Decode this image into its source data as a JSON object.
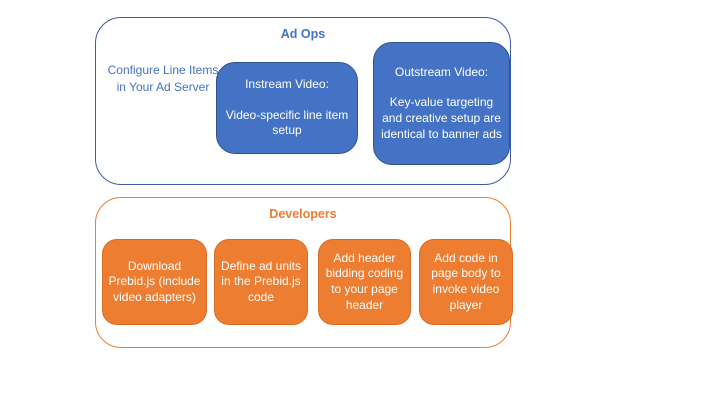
{
  "colors": {
    "blue_fill": "#4472C4",
    "blue_box_border": "#2F528F",
    "blue_group_border": "#3b5ca8",
    "orange_fill": "#ED7D31",
    "orange_box_border": "#d96c23",
    "white_text": "#FFFFFF",
    "background": "#FFFFFF"
  },
  "ad_ops": {
    "title": "Ad Ops",
    "side_note": "Configure Line Items in Your Ad Server",
    "boxes": [
      {
        "heading": "Instream Video:",
        "body": "Video-specific line item setup"
      },
      {
        "heading": "Outstream Video:",
        "body": "Key-value targeting and creative setup are identical to banner ads"
      }
    ]
  },
  "developers": {
    "title": "Developers",
    "boxes": [
      {
        "label": "Download Prebid.js (include video adapters)"
      },
      {
        "label": "Define ad units in the Prebid.js code"
      },
      {
        "label": "Add header bidding coding to your page header"
      },
      {
        "label": "Add code in page body to invoke video player"
      }
    ]
  }
}
